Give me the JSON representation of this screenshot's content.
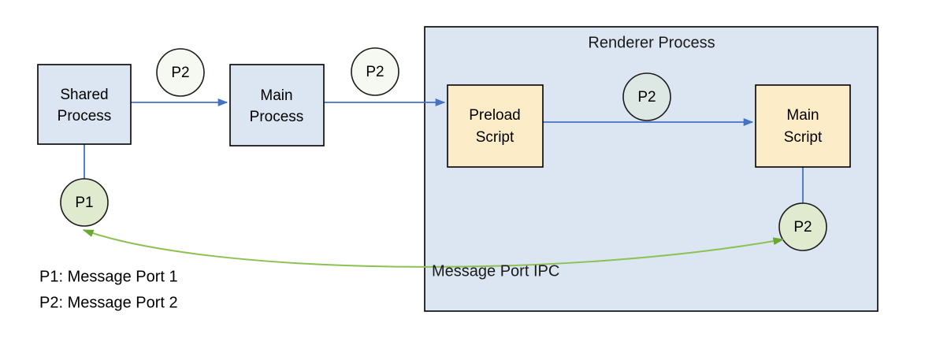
{
  "diagram": {
    "title_visible": false,
    "colors": {
      "process_box_fill": "#dce6f2",
      "script_box_fill": "#fdecc8",
      "container_fill": "#dce6f2",
      "box_stroke": "#000000",
      "flow_arrow": "#4472c4",
      "ipc_arrow": "#8cc152",
      "port_white_fill": "#f6f8f2",
      "port_green_fill": "#dfeace",
      "port_greenblue_fill": "#dde7e3"
    },
    "container": {
      "label": "Renderer Process"
    },
    "nodes": [
      {
        "id": "shared-process",
        "label_line1": "Shared",
        "label_line2": "Process"
      },
      {
        "id": "main-process",
        "label_line1": "Main",
        "label_line2": "Process"
      },
      {
        "id": "preload-script",
        "label_line1": "Preload",
        "label_line2": "Script"
      },
      {
        "id": "main-script",
        "label_line1": "Main",
        "label_line2": "Script"
      }
    ],
    "ports": [
      {
        "id": "port-p2-shared-to-main",
        "label": "P2"
      },
      {
        "id": "port-p2-main-to-renderer",
        "label": "P2"
      },
      {
        "id": "port-p2-preload-to-main-script",
        "label": "P2"
      },
      {
        "id": "port-p1-shared",
        "label": "P1"
      },
      {
        "id": "port-p2-main-script",
        "label": "P2"
      }
    ],
    "ipc_label": "Message Port IPC",
    "legend": [
      "P1: Message Port 1",
      "P2: Message Port 2"
    ]
  }
}
